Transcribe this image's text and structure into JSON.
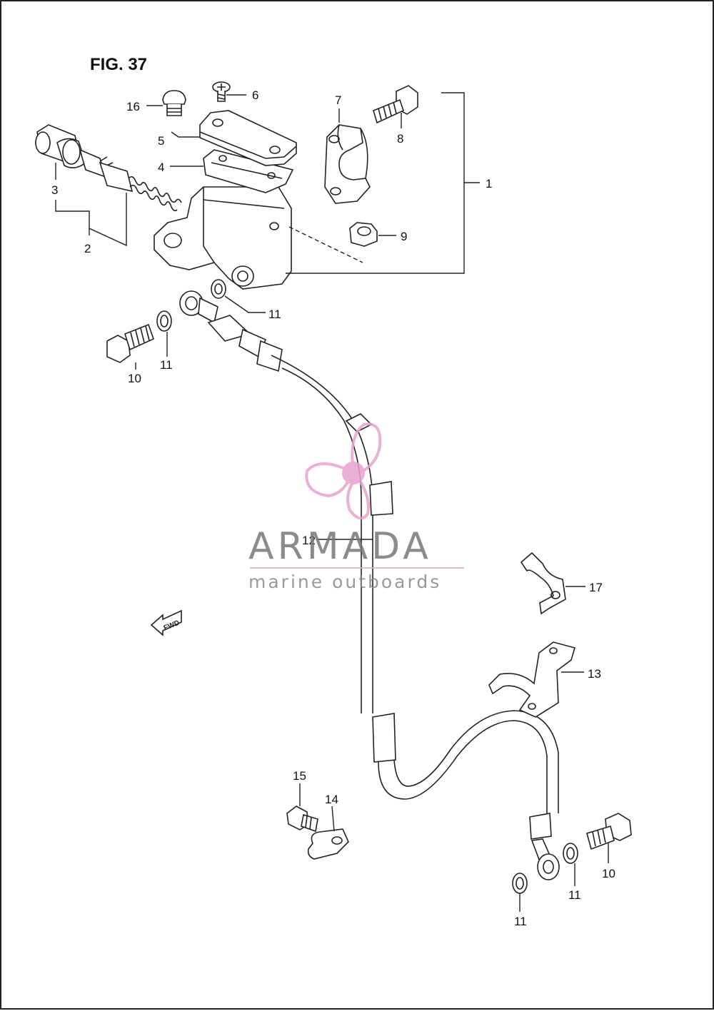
{
  "figure_title": "FIG. 37",
  "watermark": {
    "brand": "ARMADA",
    "tagline": "marine outboards",
    "accent_color": "#e8a2d0",
    "gray_color": "#777777"
  },
  "fwd_label": "FWD",
  "callouts": {
    "c1": "1",
    "c2": "2",
    "c3": "3",
    "c4": "4",
    "c5": "5",
    "c6": "6",
    "c7": "7",
    "c8": "8",
    "c9": "9",
    "c10a": "10",
    "c10b": "10",
    "c11a": "11",
    "c11b": "11",
    "c11c": "11",
    "c11d": "11",
    "c12": "12",
    "c13": "13",
    "c14": "14",
    "c15": "15",
    "c16": "16",
    "c17": "17"
  }
}
